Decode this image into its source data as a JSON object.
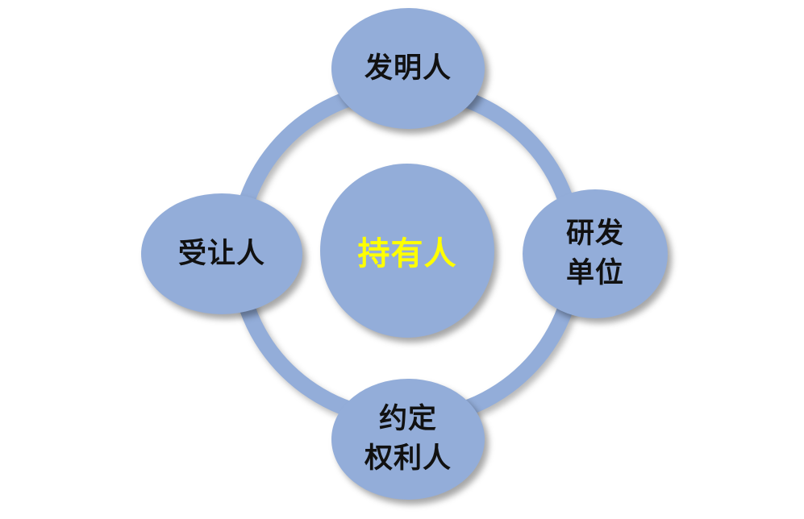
{
  "diagram": {
    "center": {
      "label": "持有人"
    },
    "nodes": {
      "top": {
        "label": "发明人"
      },
      "left": {
        "label": "受让人"
      },
      "right": {
        "line1": "研发",
        "line2": "单位"
      },
      "bottom": {
        "line1": "约定",
        "line2": "权利人"
      }
    }
  },
  "colors": {
    "node_fill": "#93add9",
    "ring": "#93add9",
    "node_text": "#111111",
    "center_text": "#ffff00",
    "background": "#ffffff"
  }
}
